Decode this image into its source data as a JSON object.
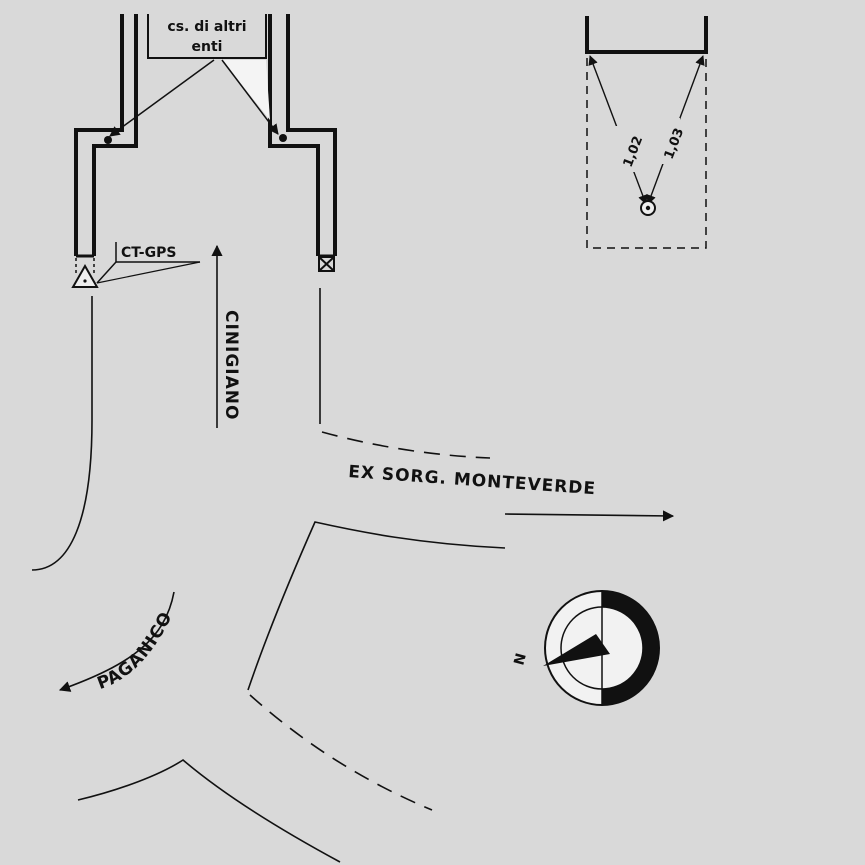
{
  "labels": {
    "other_entities_line1": "cs. di altri",
    "other_entities_line2": "enti",
    "benchmark": "CT-GPS",
    "road_cinigiano": "CINIGIANO",
    "road_ex_sorgente": "EX SORG. MONTEVERDE",
    "road_paganico": "PAGANICO",
    "distance_left": "1,02",
    "distance_right": "1,03",
    "north": "N"
  },
  "colors": {
    "background": "#d9d9d9",
    "ink": "#111111",
    "fill_light": "#f2f2f2"
  },
  "icons": [
    "north-arrow-icon",
    "benchmark-triangle-icon",
    "target-point-icon",
    "cross-box-icon"
  ]
}
